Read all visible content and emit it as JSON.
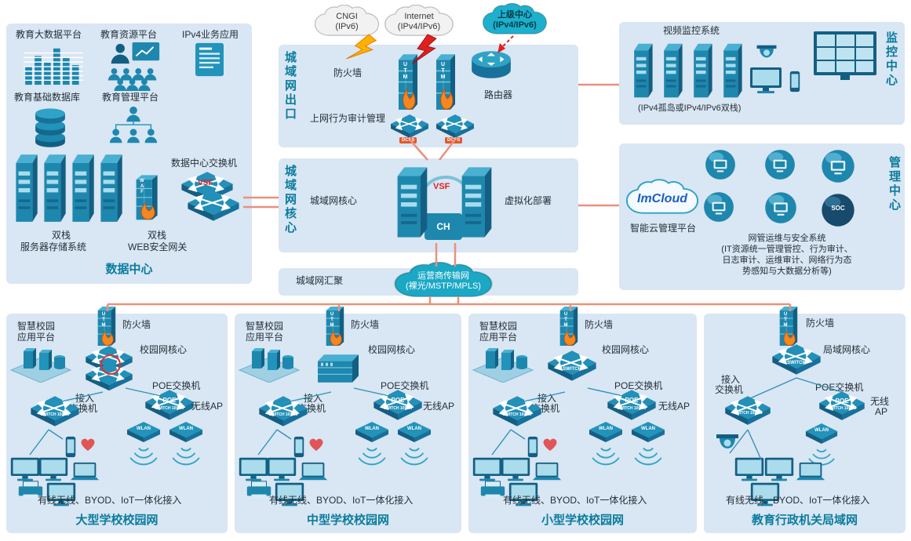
{
  "colors": {
    "panel_bg": "#d9e6f3",
    "device_teal": "#1e87ae",
    "connector_salmon": "#e8927c",
    "flame_orange": "#f6861f",
    "alert_red": "#e02020",
    "title_teal": "#0b7c9e",
    "cloud_teal": "#1db0cd"
  },
  "icons": {
    "firewall-icon": "tower-with-flame",
    "switch-icon": "diamond-with-arrows",
    "router-icon": "cylinder-with-arrows",
    "cloud-icon": "cloud-shape",
    "server-icon": "tower",
    "database-icon": "cylinder-stack",
    "monitor-icon": "screen",
    "screen-wall-icon": "grid-of-screens",
    "wireless-ap-icon": "flat-box-with-waves",
    "camera-icon": "dome-camera"
  },
  "clouds": {
    "cngi": {
      "name": "CNGI",
      "detail": "(IPv6)"
    },
    "internet": {
      "name": "Internet",
      "detail": "(IPv4/IPv6)"
    },
    "upper": {
      "name": "上级中心",
      "detail": "(IPv4/IPv6)"
    },
    "carrier": {
      "name": "运营商传输网",
      "detail": "(裸光/MSTP/MPLS)"
    }
  },
  "datacenter": {
    "title": "数据中心",
    "big_data_label": "教育大数据平台",
    "resource_label": "教育资源平台",
    "ipv4_app_label": "IPv4业务应用",
    "base_db_label": "教育基础数据库",
    "edu_mgmt_label": "教育管理平台",
    "dc_switch_label": "数据中心交换机",
    "server_label_1": "双栈",
    "server_label_2": "服务器存储系统",
    "waf_label_1": "双栈",
    "waf_label_2": "WEB安全网关",
    "vsf_tag": "VSF",
    "waf_tag": "WAF"
  },
  "metro_exit": {
    "title": "城域网出口",
    "firewall_label": "防火墙",
    "audit_label": "上网行为审计管理",
    "router_label": "路由器",
    "dcfs_tag": "DCFS"
  },
  "metro_core": {
    "title": "城域网核心",
    "core_label": "城域网核心",
    "virtualization_label": "虚拟化部署",
    "vsf_tag": "VSF",
    "ch_tag": "CH"
  },
  "aggregation": {
    "label": "城域网汇聚"
  },
  "monitoring": {
    "title": "监控中心",
    "video_label": "视频监控系统",
    "caption": "(IPv4孤岛或IPv4/IPv6双栈)"
  },
  "management": {
    "title": "管理中心",
    "imcloud": "ImCloud",
    "platform_label": "智能云管理平台",
    "soc_tag": "SOC",
    "system_line1": "网管运维与安全系统",
    "system_line2": "(IT资源统一管理管控、行为审计、",
    "system_line3": "日志审计、运维审计、网络行为态",
    "system_line4": "势感知与大数据分析等)"
  },
  "campus_large": {
    "title": "大型学校校园网",
    "smart_label_1": "智慧校园",
    "smart_label_2": "应用平台",
    "firewall_label": "防火墙",
    "core_label": "校园网核心",
    "poe_label": "POE交换机",
    "access_label_1": "接入",
    "access_label_2": "交换机",
    "ap_label": "无线AP",
    "bottom_label": "有线无线、BYOD、IoT一体化接入"
  },
  "campus_medium": {
    "title": "中型学校校园网",
    "smart_label_1": "智慧校园",
    "smart_label_2": "应用平台",
    "firewall_label": "防火墙",
    "core_label": "校园网核心",
    "poe_label": "POE交换机",
    "access_label_1": "接入",
    "access_label_2": "交换机",
    "ap_label": "无线AP",
    "bottom_label": "有线无线、BYOD、IoT一体化接入"
  },
  "campus_small": {
    "title": "小型学校校园网",
    "smart_label_1": "智慧校园",
    "smart_label_2": "应用平台",
    "firewall_label": "防火墙",
    "core_label": "校园网核心",
    "poe_label": "POE交换机",
    "access_label_1": "接入",
    "access_label_2": "交换机",
    "ap_label": "无线AP",
    "bottom_label": "有线无线、BYOD、IoT一体化接入"
  },
  "admin_lan": {
    "title": "教育行政机关局域网",
    "firewall_label": "防火墙",
    "core_label": "局域网核心",
    "access_label_1": "接入",
    "access_label_2": "交换机",
    "poe_label": "POE交换机",
    "ap_label_1": "无线",
    "ap_label_2": "AP",
    "bottom_label": "有线无线、BYOD、IoT一体化接入"
  },
  "device_tags": {
    "utm": "UTM",
    "poe": "POE",
    "switch_model": "SWITCH 1000M",
    "wlan": "WLAN",
    "switch": "SWITCH"
  }
}
